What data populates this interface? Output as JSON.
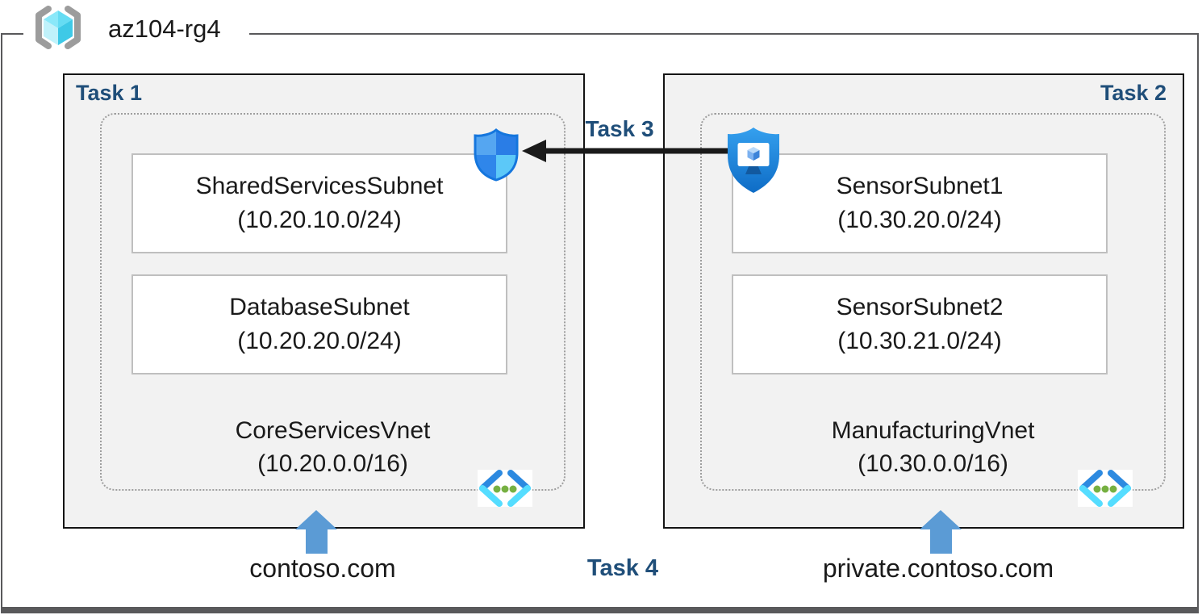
{
  "header": {
    "resource_group": "az104-rg4"
  },
  "groups": {
    "task1": {
      "label": "Task 1",
      "vnet_name": "CoreServicesVnet",
      "vnet_cidr": "(10.20.0.0/16)",
      "subnets": [
        {
          "name": "SharedServicesSubnet",
          "cidr": "(10.20.10.0/24)"
        },
        {
          "name": "DatabaseSubnet",
          "cidr": "(10.20.20.0/24)"
        }
      ],
      "dns_domain": "contoso.com"
    },
    "task2": {
      "label": "Task 2",
      "vnet_name": "ManufacturingVnet",
      "vnet_cidr": "(10.30.0.0/16)",
      "subnets": [
        {
          "name": "SensorSubnet1",
          "cidr": "(10.30.20.0/24)"
        },
        {
          "name": "SensorSubnet2",
          "cidr": "(10.30.21.0/24)"
        }
      ],
      "dns_domain": "private.contoso.com"
    },
    "task3": {
      "label": "Task 3"
    },
    "task4": {
      "label": "Task 4"
    }
  },
  "icons": {
    "resource_group": "resource-group-icon",
    "network_security_group": "nsg-shield-icon",
    "bastion": "bastion-shield-monitor-icon",
    "virtual_network": "virtual-network-icon"
  },
  "palette": {
    "task_label_navy": "#1f4e79",
    "box_fill_gray": "#f2f2f2",
    "box_border_black": "#141414",
    "dotted_border_gray": "#9e9e9e",
    "subnet_border_gray": "#bfbfbf",
    "frame_gray": "#59595b",
    "up_arrow_blue": "#5b9bd5",
    "flow_arrow_black": "#1a1a1a",
    "vnet_icon_blue": "#2d8ae0",
    "vnet_icon_cyan": "#55ddff",
    "vnet_icon_green": "#76b041",
    "cube_cyan": "#50e6ff"
  }
}
